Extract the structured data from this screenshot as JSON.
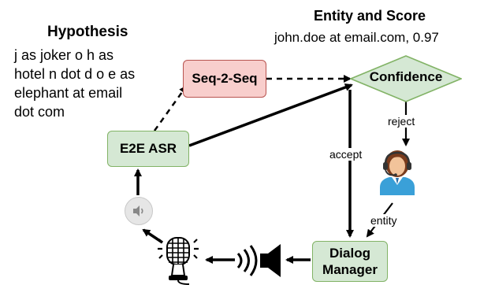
{
  "hypothesis": {
    "title": "Hypothesis",
    "lines": [
      "j as joker o h as",
      "hotel n dot d o e as",
      "elephant at email",
      "dot com"
    ]
  },
  "entity_score": {
    "title": "Entity and Score",
    "value": "john.doe at email.com, 0.97"
  },
  "nodes": {
    "seq2seq": "Seq-2-Seq",
    "confidence": "Confidence",
    "e2e_asr": "E2E ASR",
    "dialog_manager_line1": "Dialog",
    "dialog_manager_line2": "Manager"
  },
  "edge_labels": {
    "reject": "reject",
    "accept": "accept",
    "entity": "entity"
  },
  "icons": {
    "speaker_badge": "speaker-icon",
    "agent": "customer-agent-icon",
    "microphone": "microphone-icon",
    "loudspeaker": "loudspeaker-icon"
  },
  "colors": {
    "green_fill": "#d5e8d4",
    "green_stroke": "#82b366",
    "red_fill": "#f8cecc",
    "red_stroke": "#b85450"
  }
}
